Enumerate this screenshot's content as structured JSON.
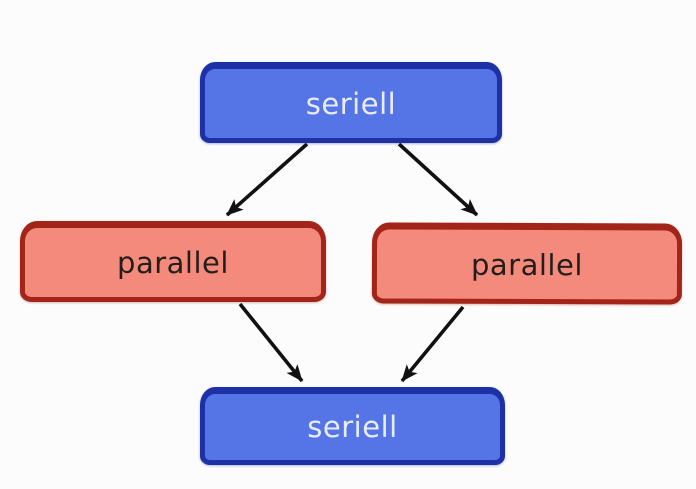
{
  "diagram": {
    "background_color": "#fcfcfc",
    "arrow_color": "#111111",
    "nodes": [
      {
        "id": "seriell-top",
        "label": "seriell",
        "kind": "seriell",
        "fill": "#5574e6",
        "border_color": "#1d30a6",
        "text_color": "#e8edfc"
      },
      {
        "id": "parallel-left",
        "label": "parallel",
        "kind": "parallel",
        "fill": "#f48a7c",
        "border_color": "#a3251a",
        "text_color": "#231d1b"
      },
      {
        "id": "parallel-right",
        "label": "parallel",
        "kind": "parallel",
        "fill": "#f48a7c",
        "border_color": "#a3251a",
        "text_color": "#231d1b"
      },
      {
        "id": "seriell-bottom",
        "label": "seriell",
        "kind": "seriell",
        "fill": "#5574e6",
        "border_color": "#1d30a6",
        "text_color": "#e8edfc"
      }
    ],
    "edges": [
      {
        "from": "seriell-top",
        "to": "parallel-left"
      },
      {
        "from": "seriell-top",
        "to": "parallel-right"
      },
      {
        "from": "parallel-left",
        "to": "seriell-bottom"
      },
      {
        "from": "parallel-right",
        "to": "seriell-bottom"
      }
    ]
  }
}
